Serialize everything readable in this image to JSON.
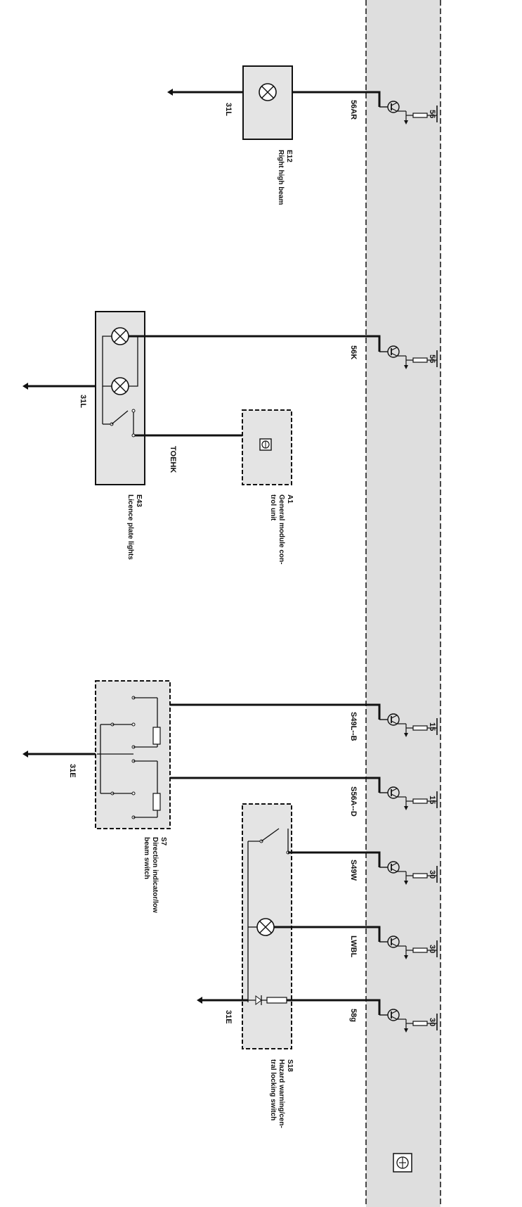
{
  "components": {
    "e12": {
      "id": "E12",
      "name": "Right high beam"
    },
    "e43": {
      "id": "E43",
      "name": "Licence plate lights"
    },
    "a1": {
      "id": "A1",
      "name_line1": "General module con-",
      "name_line2": "trol unit"
    },
    "s7": {
      "id": "S7",
      "name_line1": "Direction indicator/low",
      "name_line2": "beam switch"
    },
    "s18": {
      "id": "S18",
      "name_line1": "Hazard warning/cen-",
      "name_line2": "tral locking switch"
    }
  },
  "wires": {
    "w56ar": "56AR",
    "w56k": "56K",
    "toehk": "TOEHK",
    "s49lb": "S49L--B",
    "s56ad": "S56A--D",
    "s49w": "S49W",
    "lwbl": "LWBL",
    "w58g": "58g"
  },
  "grounds": {
    "g1": "31L",
    "g2": "31L",
    "g3": "31E",
    "g4": "31E"
  },
  "outputs": [
    {
      "pin": "56"
    },
    {
      "pin": "56"
    },
    {
      "pin": "15"
    },
    {
      "pin": "15"
    },
    {
      "pin": "30"
    },
    {
      "pin": "30"
    },
    {
      "pin": "30"
    }
  ]
}
